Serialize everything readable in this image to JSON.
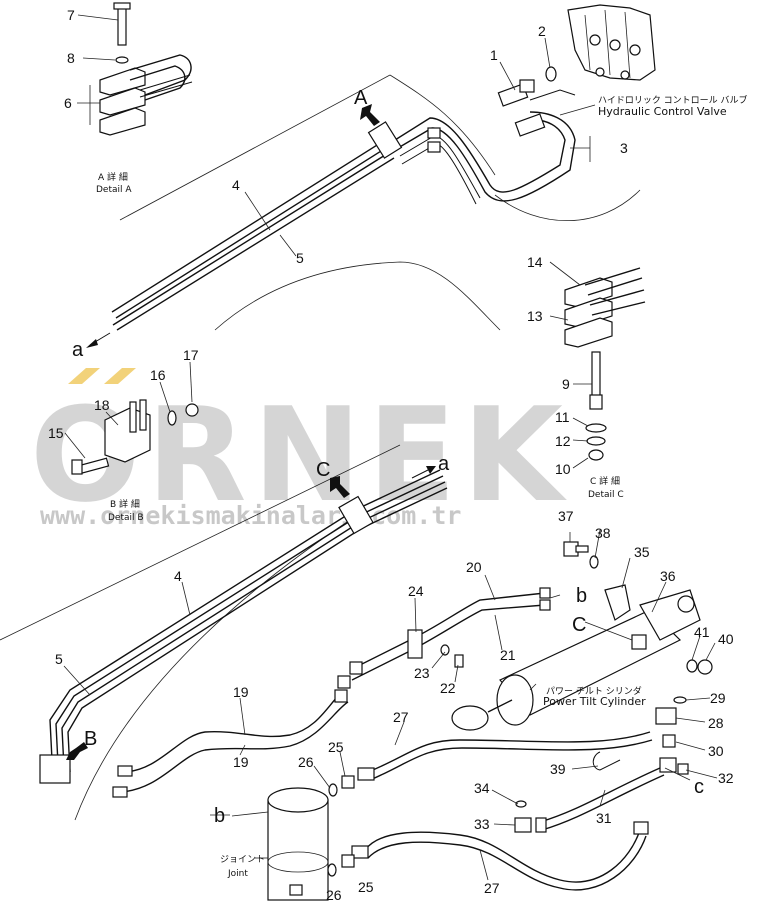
{
  "watermark": {
    "brand": "ORNEK",
    "url": "www.ornekismakinalari.com.tr",
    "accent_color": "#f2d27a",
    "text_color": "#c8c8c8"
  },
  "labels": {
    "hcv_jp": "ハイドロリック コントロール バルブ",
    "hcv_en": "Hydraulic Control Valve",
    "detail_a_jp": "A 詳 細",
    "detail_a_en": "Detail A",
    "detail_b_jp": "B 詳 細",
    "detail_b_en": "Detail B",
    "detail_c_jp": "C 詳 細",
    "detail_c_en": "Detail C",
    "ptc_jp": "パワー チルト シリンダ",
    "ptc_en": "Power Tilt Cylinder",
    "joint_jp": "ジョイント",
    "joint_en": "Joint"
  },
  "letters": {
    "A": "A",
    "B": "B",
    "C": "C",
    "a": "a",
    "b": "b",
    "c": "c"
  },
  "callouts": {
    "n1": "1",
    "n2": "2",
    "n3": "3",
    "n4": "4",
    "n5": "5",
    "n6": "6",
    "n7": "7",
    "n8": "8",
    "n9": "9",
    "n10": "10",
    "n11": "11",
    "n12": "12",
    "n13": "13",
    "n14": "14",
    "n15": "15",
    "n16": "16",
    "n17": "17",
    "n18": "18",
    "n19": "19",
    "n20": "20",
    "n21": "21",
    "n22": "22",
    "n23": "23",
    "n24": "24",
    "n25": "25",
    "n26": "26",
    "n27": "27",
    "n28": "28",
    "n29": "29",
    "n30": "30",
    "n31": "31",
    "n32": "32",
    "n33": "33",
    "n34": "34",
    "n35": "35",
    "n36": "36",
    "n37": "37",
    "n38": "38",
    "n39": "39",
    "n40": "40",
    "n41": "41"
  }
}
